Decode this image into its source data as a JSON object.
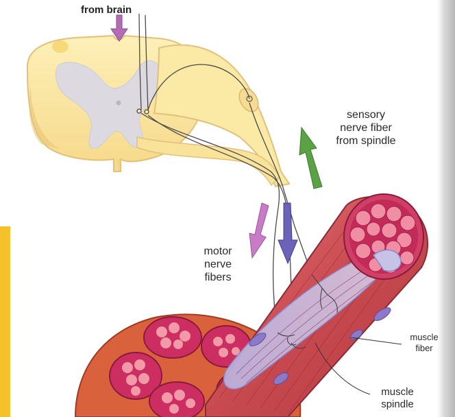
{
  "labels": {
    "from_brain": "from brain",
    "sensory": [
      "sensory",
      "nerve fiber",
      "from spindle"
    ],
    "motor": [
      "motor",
      "nerve",
      "fibers"
    ],
    "muscle_fiber": [
      "muscle",
      "fiber"
    ],
    "muscle_spindle": [
      "muscle",
      "spindle"
    ]
  },
  "colors": {
    "spinal_cord": "#fbe9a6",
    "gray_matter": "#d9d6df",
    "muscle": "#c8434d",
    "muscle_bundle": "#d8305a",
    "spindle_capsule": "#c7c3e6",
    "sensory_arrow": "#5aa244",
    "motor_arrow_pink": "#c97bc7",
    "motor_arrow_blue": "#6a63b8",
    "brain_arrow": "#b46cb4",
    "page_tab": "#f6c12a"
  }
}
